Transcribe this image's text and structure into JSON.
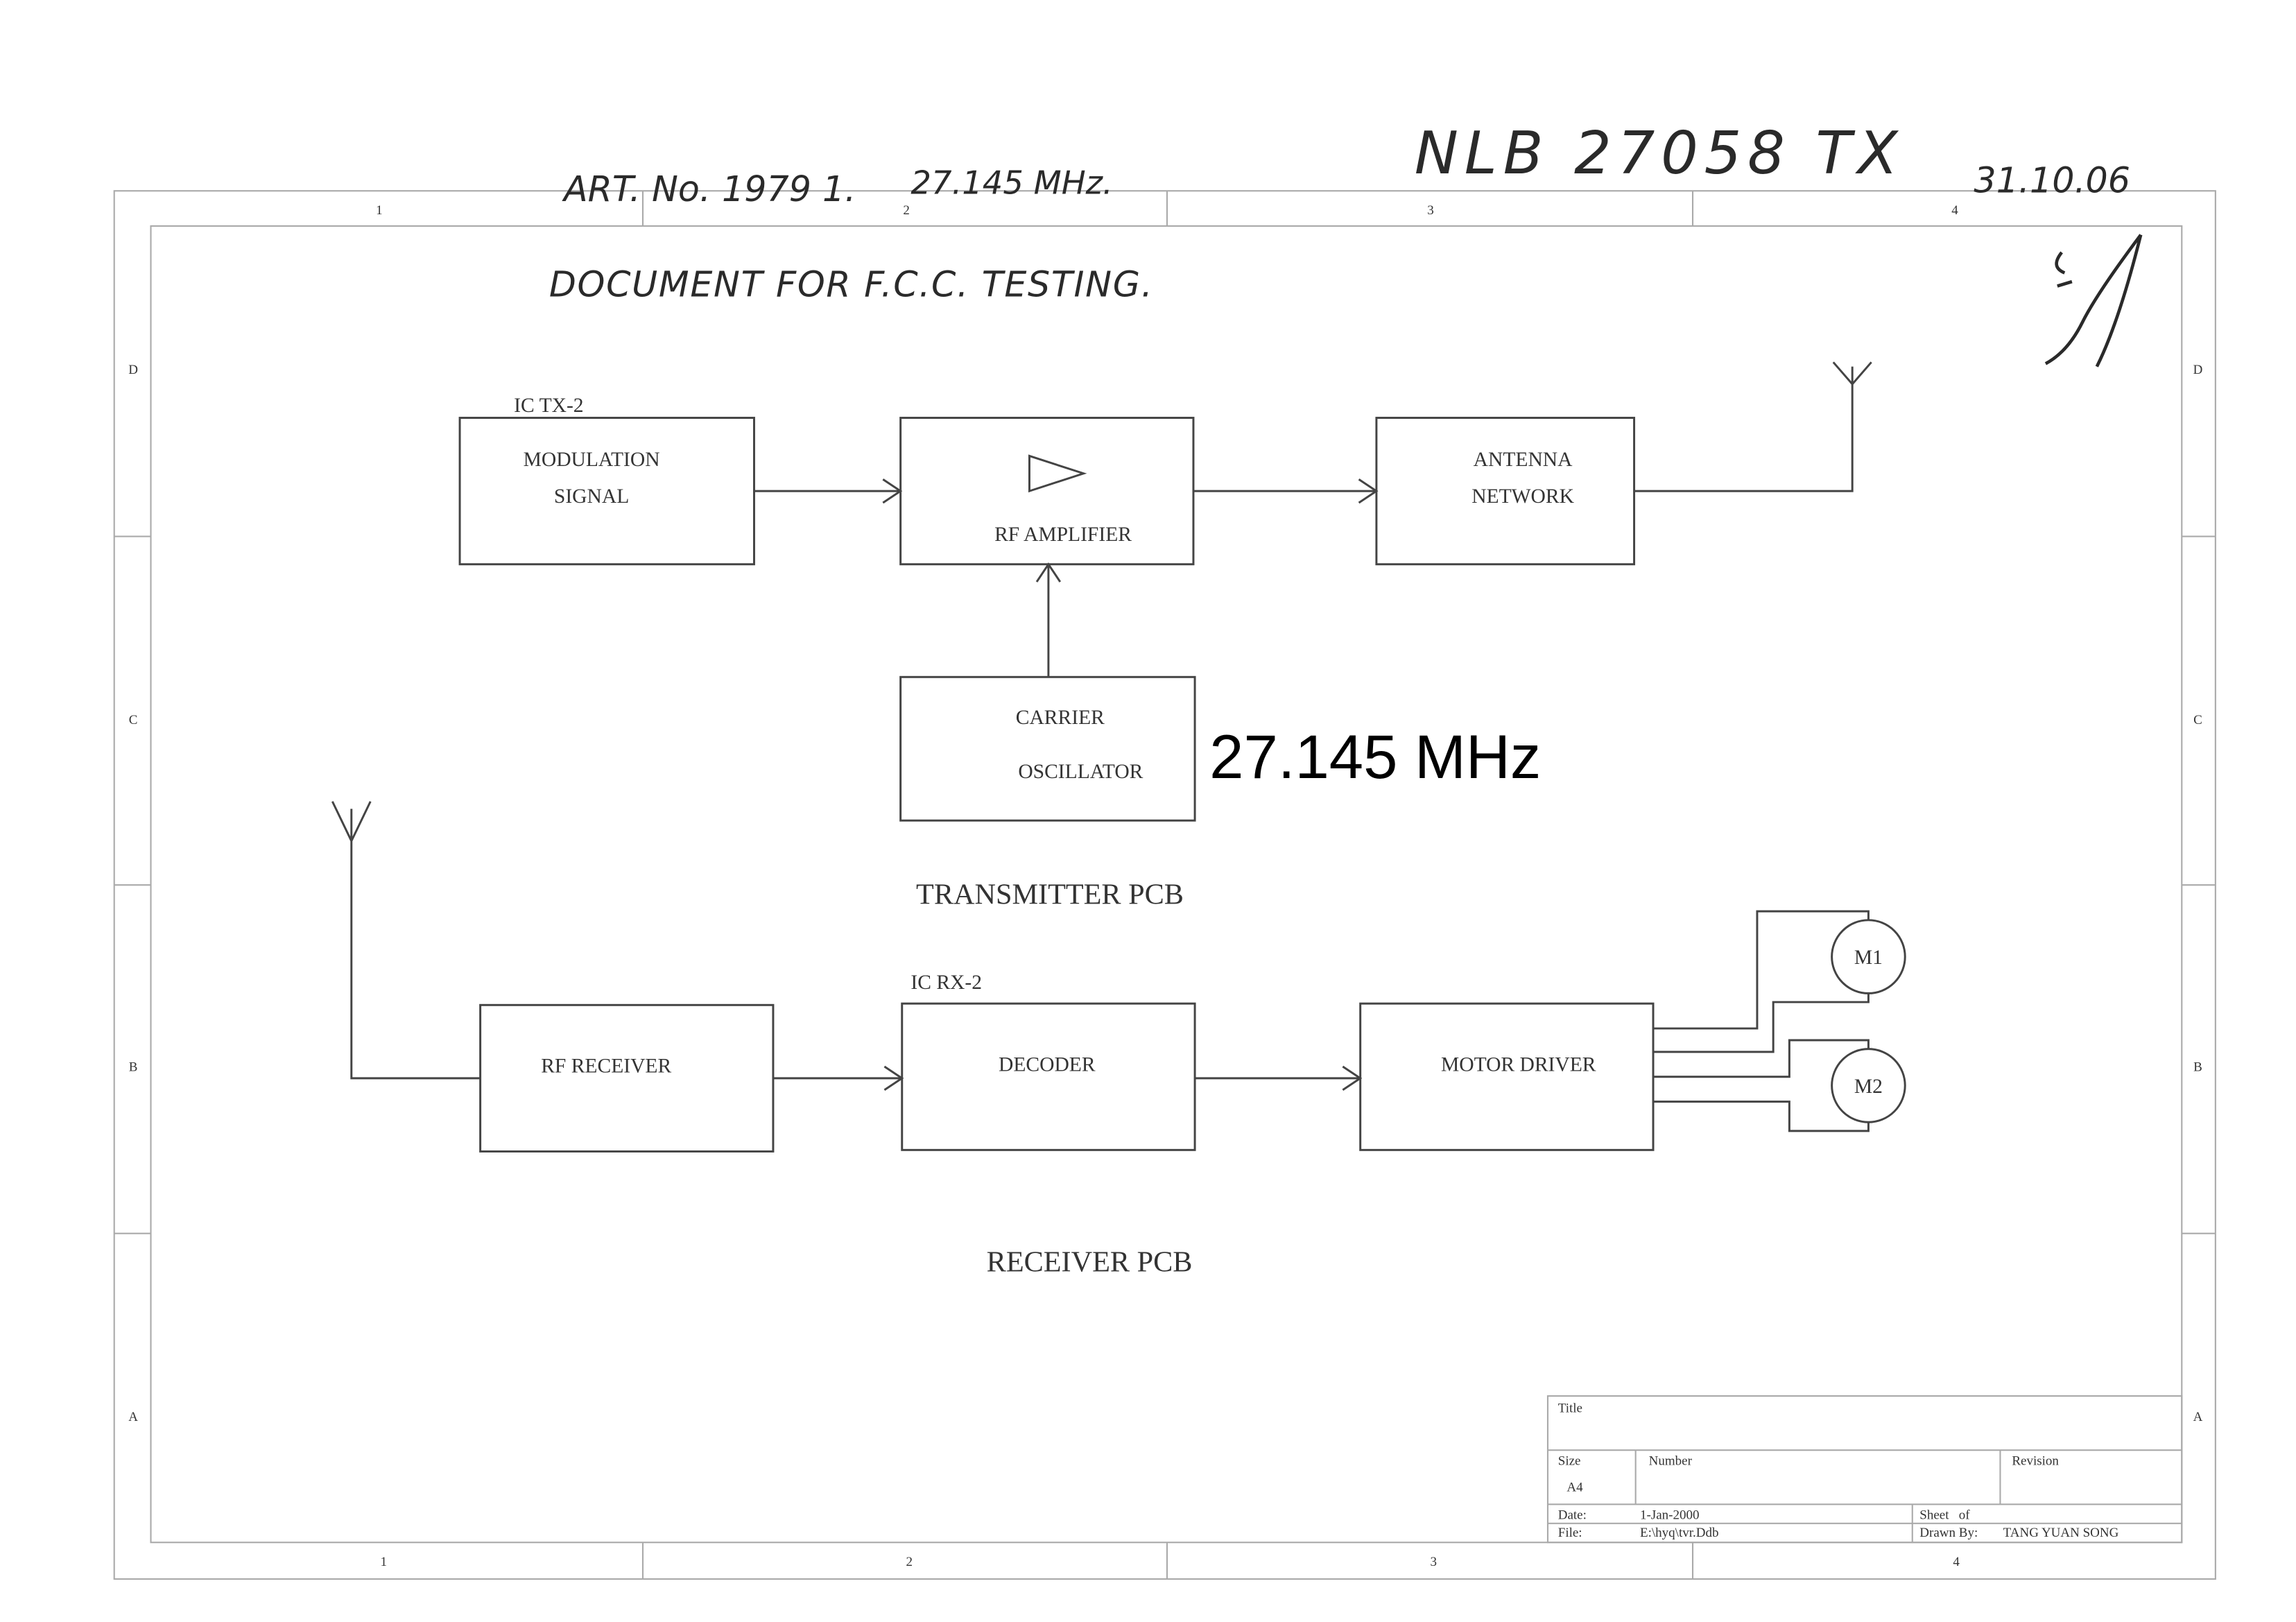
{
  "handwritten": {
    "art_no": "ART. No. 1979 1.",
    "freq": "27.145 MHz.",
    "model": "NLB 27058 TX",
    "date": "31.10.06",
    "note": "DOCUMENT FOR F.C.C. TESTING.",
    "signature": "signature"
  },
  "border": {
    "columns": [
      "1",
      "2",
      "3",
      "4"
    ],
    "rows": [
      "D",
      "C",
      "B",
      "A"
    ]
  },
  "transmitter": {
    "ic_label": "IC TX-2",
    "modulation": [
      "MODULATION",
      "SIGNAL"
    ],
    "rf_amplifier": "RF AMPLIFIER",
    "antenna_network": [
      "ANTENNA",
      "NETWORK"
    ],
    "carrier_oscillator": [
      "CARRIER",
      "OSCILLATOR"
    ],
    "frequency": "27.145 MHz",
    "section_title": "TRANSMITTER PCB"
  },
  "receiver": {
    "ic_label": "IC RX-2",
    "rf_receiver": "RF RECEIVER",
    "decoder": "DECODER",
    "motor_driver": "MOTOR DRIVER",
    "motor1": "M1",
    "motor2": "M2",
    "section_title": "RECEIVER PCB"
  },
  "title_block": {
    "title_label": "Title",
    "size_label": "Size",
    "size_value": "A4",
    "number_label": "Number",
    "revision_label": "Revision",
    "date_label": "Date:",
    "date_value": "1-Jan-2000",
    "sheet_label": "Sheet   of",
    "file_label": "File:",
    "file_value": "E:\\hyq\\tvr.Ddb",
    "drawn_by_label": "Drawn By:",
    "drawn_by_value": "TANG YUAN SONG"
  }
}
